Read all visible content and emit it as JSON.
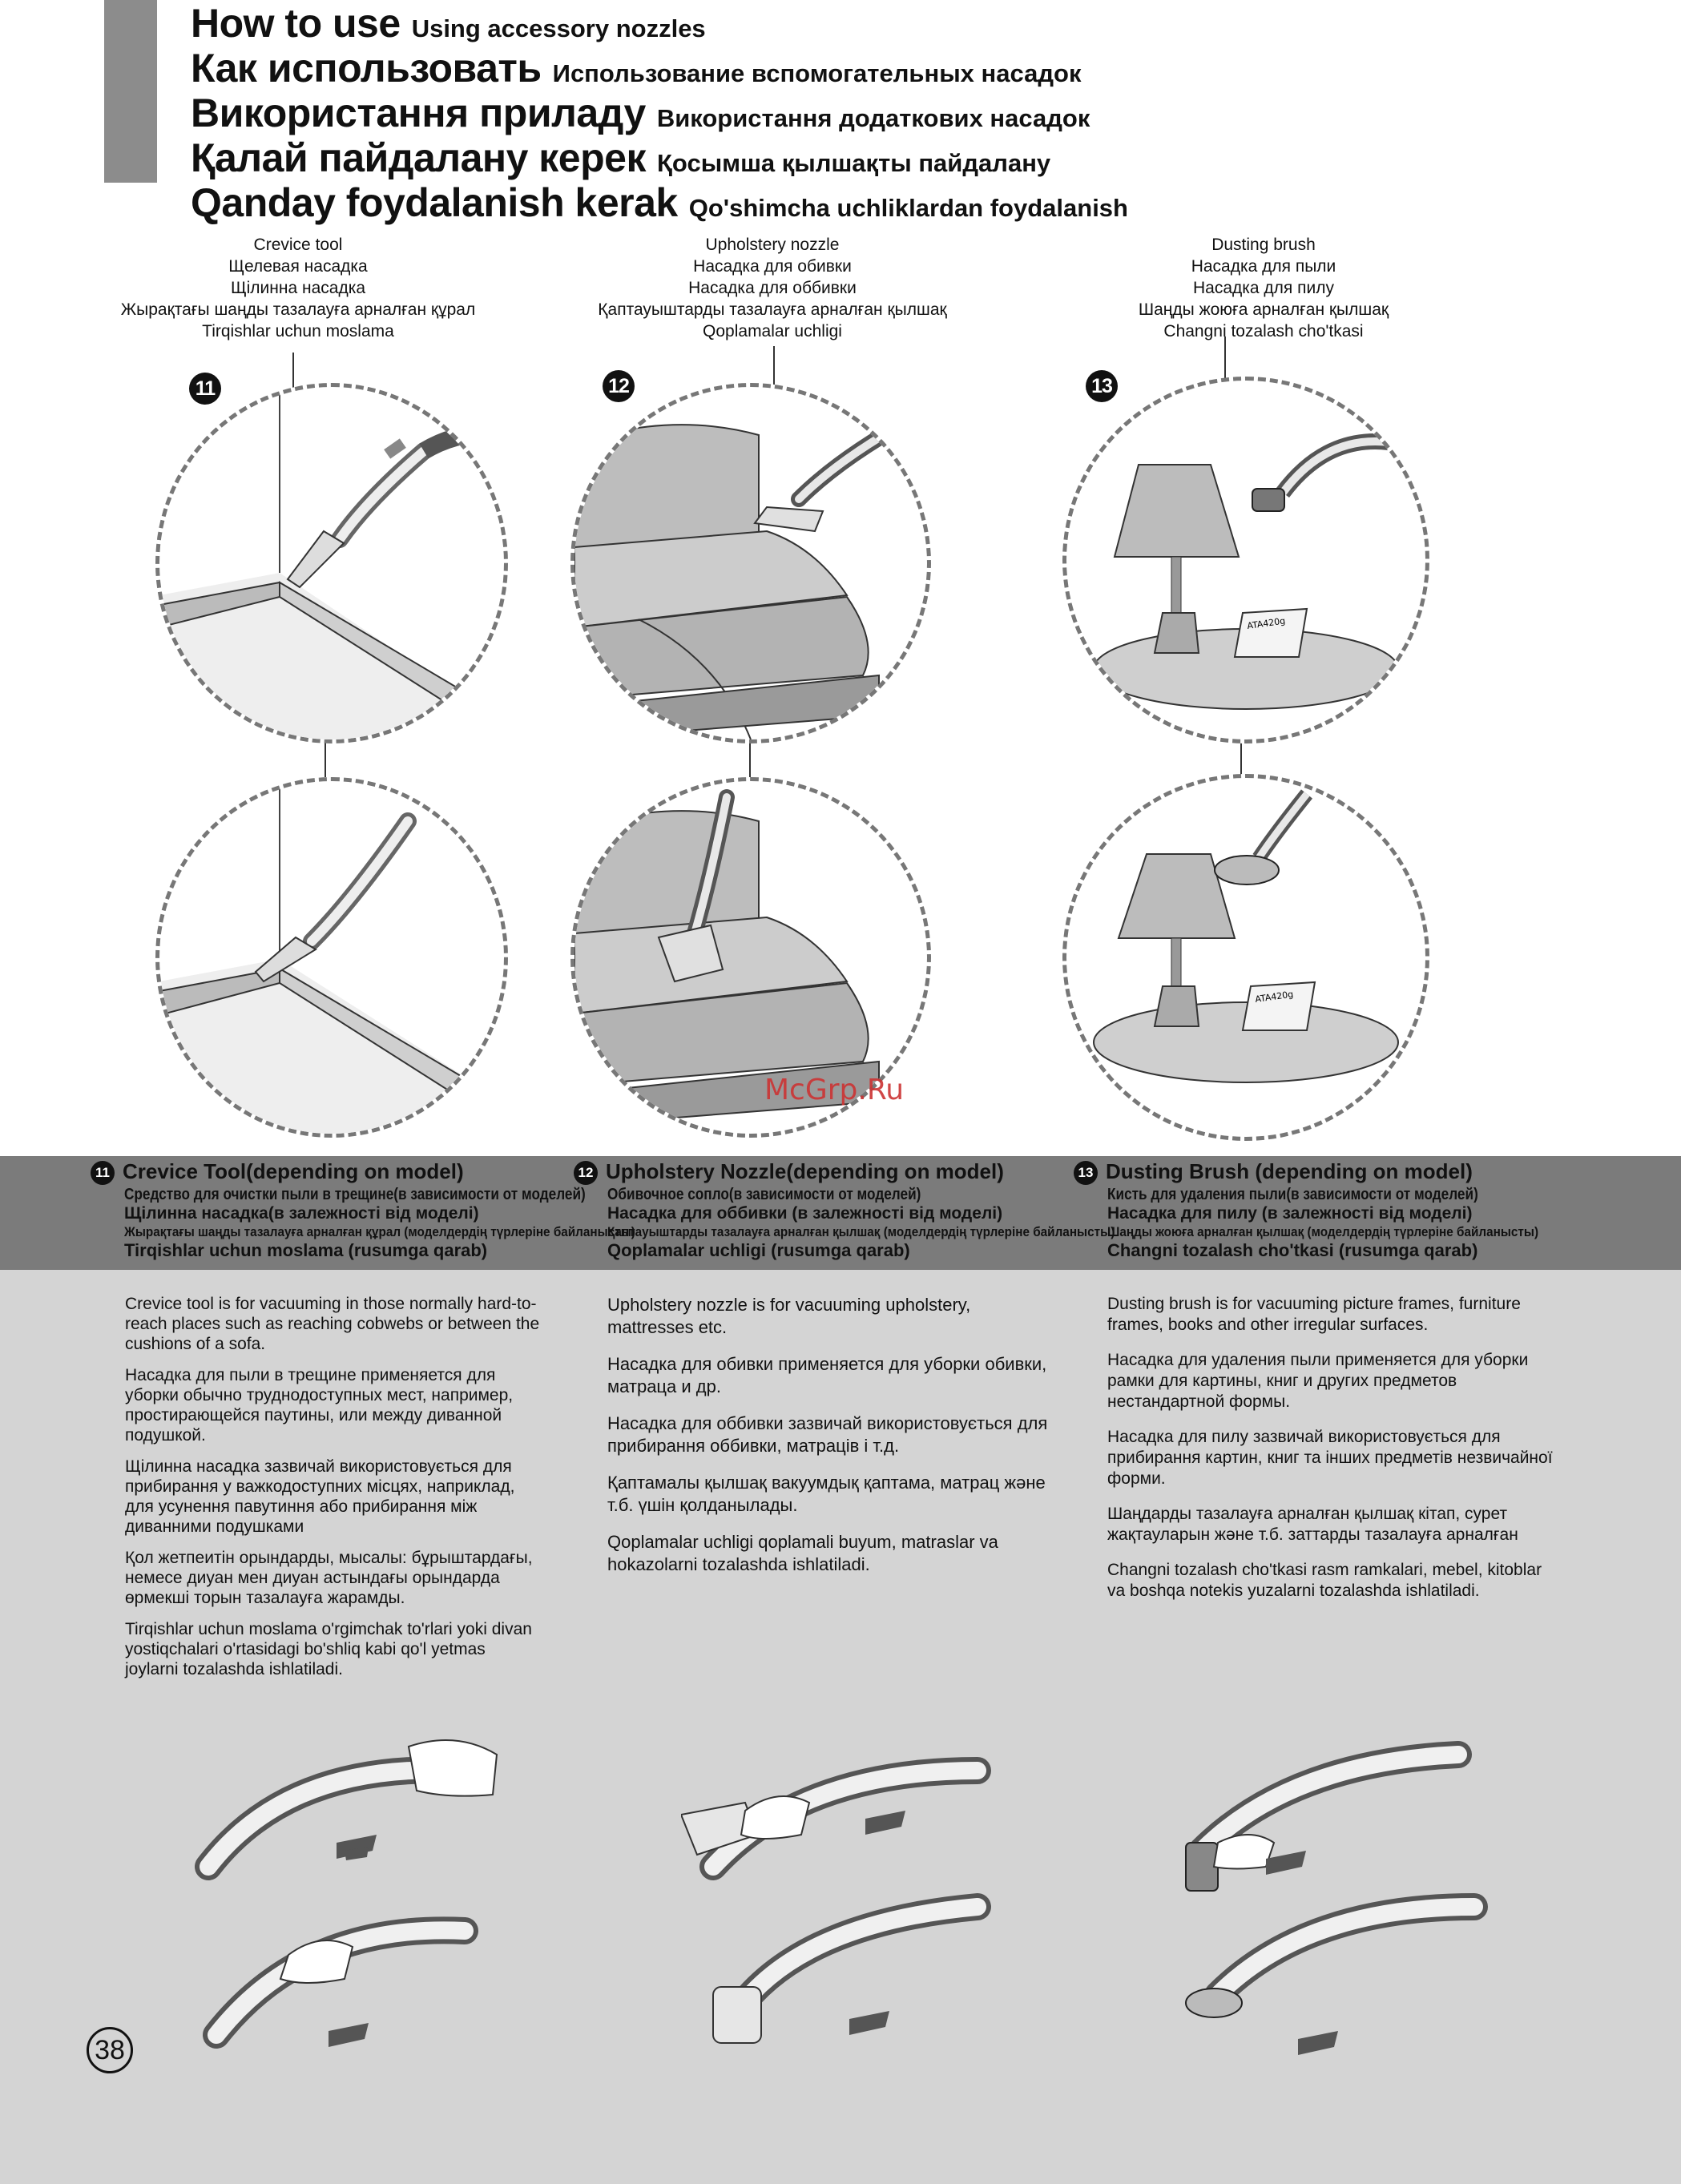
{
  "header": {
    "rows": [
      {
        "big": "How to use",
        "small": "Using accessory nozzles"
      },
      {
        "big": "Как использовать",
        "small": "Использование вспомогательных насадок"
      },
      {
        "big": "Використання приладу",
        "small": "Використання додаткових насадок"
      },
      {
        "big": "Қалай пайдалану керек",
        "small": "Қосымша қылшақты пайдалану"
      },
      {
        "big": "Qanday foydalanish kerak",
        "small": "Qo'shimcha uchliklardan foydalanish"
      }
    ]
  },
  "tools": [
    {
      "number": "11",
      "caption": [
        "Crevice tool",
        "Щелевая насадка",
        "Щілинна насадка",
        "Жырақтағы шаңды тазалауға арналған құрал",
        "Tirqishlar uchun moslama"
      ],
      "band": [
        "Crevice Tool(depending on model)",
        "Средство для очистки пыли в трещине(в зависимости от моделей)",
        "Щілинна насадка(в залежності від моделі)",
        "Жырақтағы шаңды тазалауға арналған құрал (моделдердің түрлеріне байланысты)",
        "Tirqishlar uchun moslama (rusumga qarab)"
      ],
      "desc": [
        "Crevice tool is for vacuuming in those normally hard-to-reach places such as reaching cobwebs or between the cushions of a sofa.",
        "Насадка для пыли в трещине применяется для уборки обычно труднодоступных мест, например, простирающейся паутины, или между диванной подушкой.",
        "Щілинна насадка зазвичай використовується для прибирання у важкодоступних місцях, наприклад, для усунення павутиння або прибирання між диванними подушками",
        "Қол жетпеитін орындарды, мысалы: бұрыштардағы, немесе диуан мен диуан астындағы орындарда өрмекші торын тазалауға жарамды.",
        "Tirqishlar uchun moslama o'rgimchak to'rlari yoki divan yostiqchalari o'rtasidagi bo'shliq kabi qo'l yetmas joylarni tozalashda ishlatiladi."
      ]
    },
    {
      "number": "12",
      "caption": [
        "Upholstery nozzle",
        "Насадка для обивки",
        "Насадка для оббивки",
        "Қаптауыштарды тазалауға арналған қылшақ",
        "Qoplamalar uchligi"
      ],
      "band": [
        "Upholstery Nozzle(depending on model)",
        "Обивочное сопло(в зависимости от моделей)",
        "Насадка для оббивки (в залежності від моделі)",
        "Қаптауыштарды тазалауға арналған қылшақ (моделдердің түрлеріне байланысты)",
        "Qoplamalar uchligi (rusumga qarab)"
      ],
      "desc": [
        "Upholstery nozzle is for vacuuming upholstery, mattresses etc.",
        "Насадка для обивки применяется для уборки обивки, матраца и др.",
        "Насадка для оббивки зазвичай використовується для прибирання оббивки, матраців і т.д.",
        "Қаптамалы қылшақ вакуумдық қаптама, матрац және т.б. үшін қолданылады.",
        "Qoplamalar uchligi qoplamali buyum, matraslar va hokazolarni tozalashda ishlatiladi."
      ]
    },
    {
      "number": "13",
      "caption": [
        "Dusting brush",
        "Насадка для пыли",
        "Насадка для пилу",
        "Шаңды жоюға арналған қылшақ",
        "Changni tozalash cho'tkasi"
      ],
      "band": [
        "Dusting Brush (depending on model)",
        "Кисть для удаления пыли(в зависимости от моделей)",
        "Насадка для пилу (в залежності від моделі)",
        "Шаңды жоюға арналған қылшақ (моделдердің түрлеріне байланысты)",
        "Changni tozalash cho'tkasi (rusumga qarab)"
      ],
      "desc": [
        "Dusting brush is for vacuuming picture frames, furniture frames, books and other irregular surfaces.",
        "Насадка для удаления пыли применяется для уборки рамки для картины, книг и других предметов нестандартной формы.",
        "Насадка для пилу зазвичай використовується для прибирання картин, книг та інших предметів незвичайної форми.",
        "Шаңдарды тазалауға арналған қылшақ кітап, сурет жақтауларын және т.б. заттарды тазалауға арналған",
        "Changni tozalash cho'tkasi rasm ramkalari, mebel, kitoblar va boshqa notekis yuzalarni tozalashda ishlatiladi."
      ]
    }
  ],
  "illustration_text": {
    "book_label_1": "ATA420g",
    "book_label_2": "ATA420g"
  },
  "watermark": "McGrp.Ru",
  "page_number": "38",
  "colors": {
    "side_bar": "#8c8c8c",
    "band": "#7b7b7b",
    "panel": "#d4d4d4",
    "watermark": "#cc3333"
  }
}
